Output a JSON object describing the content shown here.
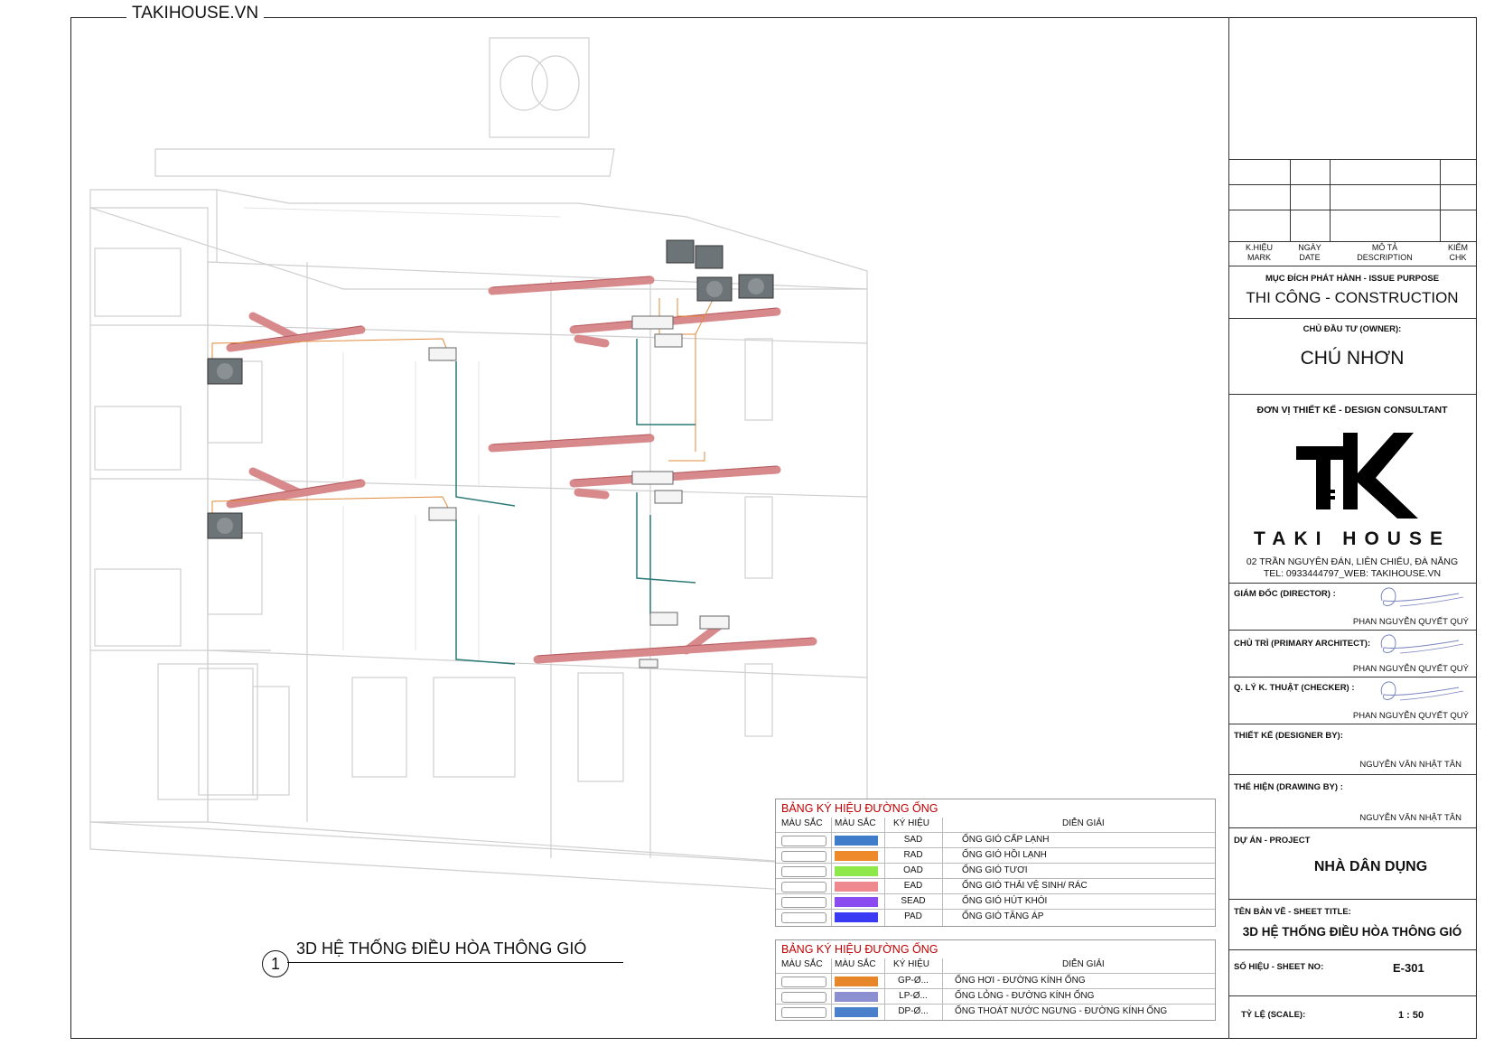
{
  "site": "TAKIHOUSE.VN",
  "drawing": {
    "number": "1",
    "caption": "3D HỆ THỐNG ĐIỀU HÒA THÔNG GIÓ"
  },
  "legend_ducts": {
    "title": "BẢNG KÝ HIỆU ĐƯỜNG ỐNG",
    "headers": [
      "MÀU SẮC",
      "MÀU SẮC",
      "KÝ HIỆU",
      "DIỄN GIẢI"
    ],
    "rows": [
      {
        "code": "SAD",
        "desc": "ỐNG GIÓ CẤP LẠNH",
        "color": "#3f7cc9"
      },
      {
        "code": "RAD",
        "desc": "ỐNG GIÓ HỒI LẠNH",
        "color": "#ee8a2a"
      },
      {
        "code": "OAD",
        "desc": "ỐNG GIÓ TƯƠI",
        "color": "#8ee84a"
      },
      {
        "code": "EAD",
        "desc": "ỐNG GIÓ THẢI VỆ SINH/ RÁC",
        "color": "#ee8a8f"
      },
      {
        "code": "SEAD",
        "desc": "ỐNG GIÓ HÚT KHÓI",
        "color": "#8a4cf0"
      },
      {
        "code": "PAD",
        "desc": "ỐNG GIÓ TĂNG ÁP",
        "color": "#3a3af5"
      }
    ]
  },
  "legend_pipes": {
    "title": "BẢNG KÝ HIỆU ĐƯỜNG ỐNG",
    "headers": [
      "MÀU SẮC",
      "MÀU SẮC",
      "KÝ HIỆU",
      "DIỄN GIẢI"
    ],
    "rows": [
      {
        "code": "GP-Ø...",
        "desc": "ỐNG HƠI - ĐƯỜNG KÍNH ỐNG",
        "color": "#e8862a"
      },
      {
        "code": "LP-Ø...",
        "desc": "ỐNG LỎNG - ĐƯỜNG KÍNH ỐNG",
        "color": "#8c8fd0"
      },
      {
        "code": "DP-Ø...",
        "desc": "ỐNG THOÁT NƯỚC NGƯNG - ĐƯỜNG KÍNH ỐNG",
        "color": "#4a7fcc"
      }
    ]
  },
  "title_block": {
    "revision_headers": [
      {
        "vi": "K.HIỆU",
        "en": "MARK"
      },
      {
        "vi": "NGÀY",
        "en": "DATE"
      },
      {
        "vi": "MÔ TẢ",
        "en": "DESCRIPTION"
      },
      {
        "vi": "KIỂM",
        "en": "CHK"
      }
    ],
    "issue_purpose_label": "MỤC ĐÍCH PHÁT HÀNH - ISSUE PURPOSE",
    "issue_purpose": "THI CÔNG - CONSTRUCTION",
    "owner_label": "CHỦ ĐẦU TƯ (OWNER):",
    "owner": "CHÚ NHƠN",
    "consultant_label": "ĐƠN VỊ THIẾT KẾ - DESIGN CONSULTANT",
    "company": "TAKI HOUSE",
    "address": "02 TRẦN NGUYÊN ĐÁN, LIÊN CHIỂU, ĐÀ NẴNG",
    "contact": "TEL: 0933444797_WEB: TAKIHOUSE.VN",
    "director_label": "GIÁM ĐỐC (DIRECTOR) :",
    "director": "PHAN NGUYỄN QUYẾT QUÝ",
    "architect_label": "CHỦ TRÌ (PRIMARY ARCHITECT):",
    "architect": "PHAN NGUYỄN QUYẾT QUÝ",
    "checker_label": "Q. LÝ K. THUẬT (CHECKER) :",
    "checker": "PHAN NGUYỄN QUYẾT QUÝ",
    "designer_label": "THIẾT KẾ (DESIGNER BY):",
    "designer": "NGUYỄN VĂN NHẬT TÂN",
    "drawn_label": "THỂ HIỆN (DRAWING BY) :",
    "drawn": "NGUYỄN VĂN NHẬT TÂN",
    "project_label": "DỰ ÁN -  PROJECT",
    "project": "NHÀ DÂN DỤNG",
    "sheet_title_label": "TÊN BẢN VẼ - SHEET TITLE:",
    "sheet_title": "3D HỆ THỐNG ĐIỀU HÒA THÔNG GIÓ",
    "sheet_no_label": "SỐ HIỆU - SHEET NO:",
    "sheet_no": "E-301",
    "scale_label": "TỶ LỆ (SCALE):",
    "scale": "1 : 50"
  }
}
